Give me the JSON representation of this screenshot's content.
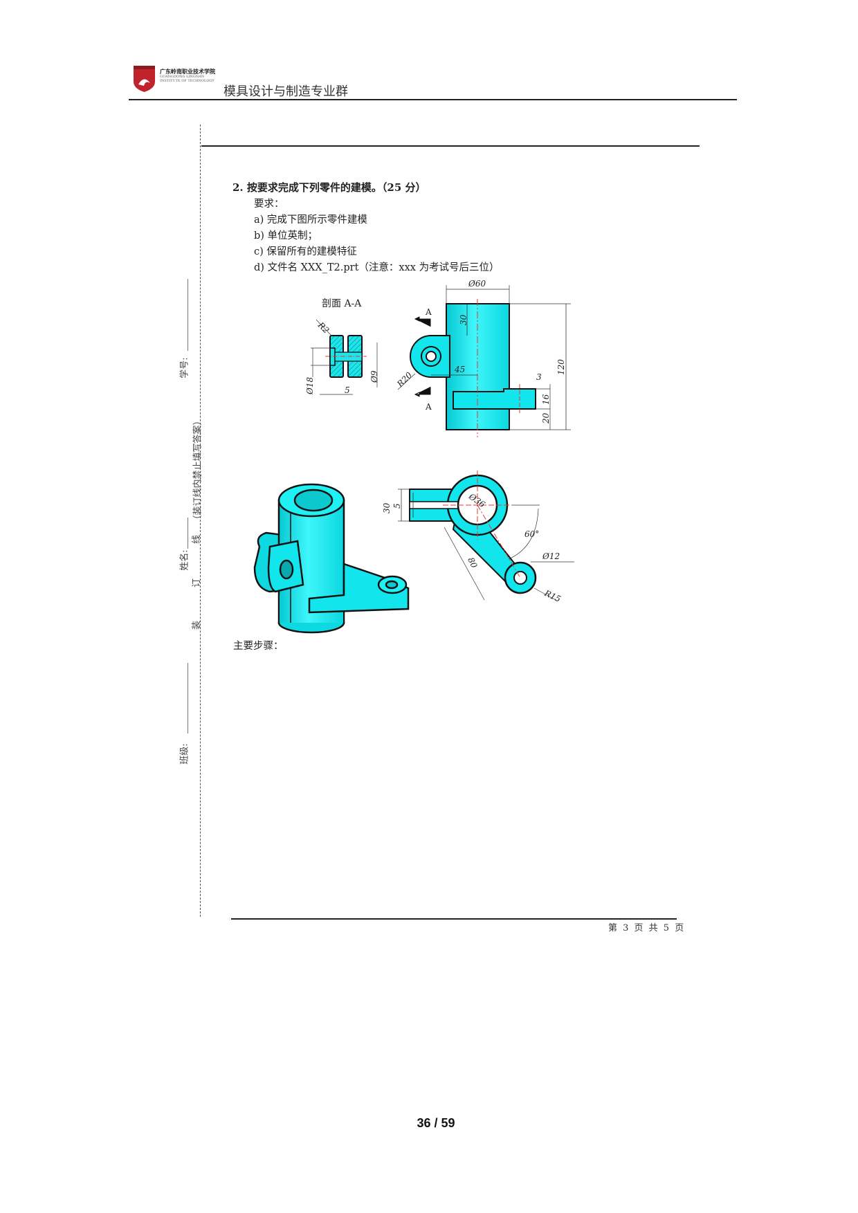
{
  "header": {
    "school_cn": "广东岭南职业技术学院",
    "school_en": "GUANGDONG LINGNAN INSTITUTE OF TECHNOLOGY",
    "department": "模具设计与制造专业群"
  },
  "margin": {
    "student_id_label": "学号:",
    "name_label": "姓名:",
    "class_label": "班级:",
    "bind_char_1": "装",
    "bind_char_2": "订",
    "bind_char_3": "线",
    "bind_note": "（装订线内禁止填写答案）"
  },
  "question": {
    "title": "2.  按要求完成下列零件的建模。（25 分）",
    "req_label": "要求：",
    "items": [
      "a)  完成下图所示零件建模",
      "b)  单位英制；",
      "c)  保留所有的建模特征",
      "d)  文件名 XXX_T2.prt（注意：xxx 为考试号后三位）"
    ]
  },
  "drawing": {
    "section_title": "剖面 A-A",
    "section_dims": {
      "r2": "R2",
      "d18": "Ø18",
      "d9": "Ø9",
      "five": "5"
    },
    "front_dims": {
      "d60": "Ø60",
      "thirty": "30",
      "forty_five": "45",
      "r20": "R20",
      "one_twenty": "120",
      "three": "3",
      "sixteen": "16",
      "twenty": "20",
      "a_top": "A",
      "a_bottom": "A"
    },
    "top_dims": {
      "thirty": "30",
      "five": "5",
      "d36": "Ø36",
      "sixty_deg": "60°",
      "d12": "Ø12",
      "eighty": "80",
      "r15": "R15"
    },
    "fill_color": "#12e6ec"
  },
  "steps_label": "主要步骤：",
  "footer": {
    "page_of": "第 3 页 共 5 页",
    "viewer_page": "36 / 59"
  }
}
